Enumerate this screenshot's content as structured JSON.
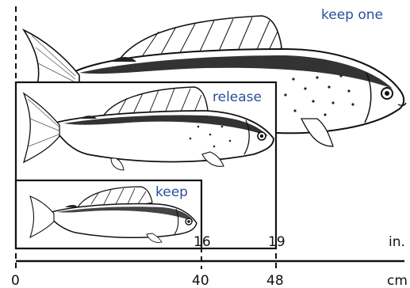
{
  "zones": {
    "large": {
      "label": "keep one"
    },
    "medium": {
      "label": "release"
    },
    "small": {
      "label": "keep"
    }
  },
  "scale": {
    "inch_ticks": [
      "16",
      "19"
    ],
    "inch_unit": "in.",
    "cm_ticks": [
      "0",
      "40",
      "48"
    ],
    "cm_unit": "cm"
  },
  "icons": {
    "large_fish": "grayling-fish-icon",
    "medium_fish": "grayling-fish-icon",
    "small_fish": "grayling-fish-icon"
  },
  "colors": {
    "label_blue": "#2a4f9c",
    "ink": "#111111"
  }
}
